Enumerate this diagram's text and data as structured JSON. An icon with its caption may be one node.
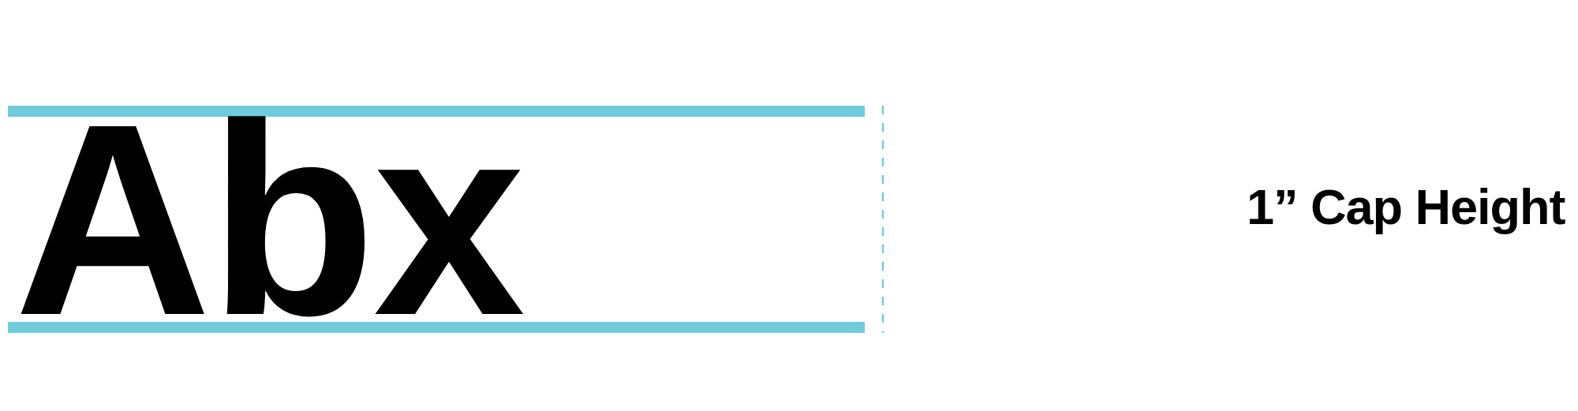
{
  "diagram": {
    "nodes": [
      {
        "text": [],
        "shape": "bar"
      },
      {
        "text": [],
        "shape": "bar"
      }
    ],
    "labels": [
      "Abx",
      "1” Cap Height"
    ]
  }
}
